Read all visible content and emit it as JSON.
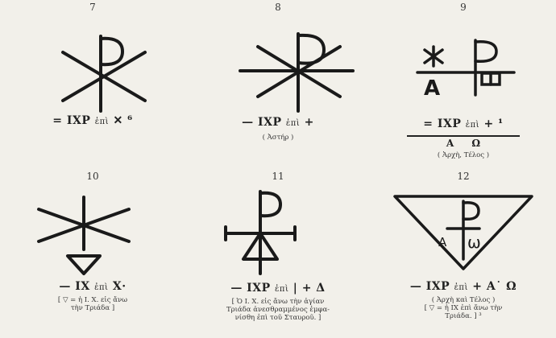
{
  "figures": [
    {
      "number": "7",
      "caption_main": "= IXP",
      "caption_small": "ἐπὶ",
      "caption_tail": "✕ ⁶",
      "notes": []
    },
    {
      "number": "8",
      "caption_main": "— IXP",
      "caption_small": "ἐπὶ",
      "caption_tail": "+",
      "notes": [
        "( Ἀστήρ )"
      ]
    },
    {
      "number": "9",
      "caption_main": "= IXP",
      "caption_small": "ἐπὶ",
      "caption_tail": "+ ¹",
      "alpha_omega": "A  Ω",
      "notes": [
        "( Ἀρχὴ, Τέλος )"
      ],
      "symbol_letters": [
        "A"
      ]
    },
    {
      "number": "10",
      "caption_main": "— IX",
      "caption_small": "ἐπὶ",
      "caption_tail": "X·",
      "notes": [
        "[ ▽ = ἡ Ι. X. εἰς ἄνω",
        "τὴν Τριάδα ]"
      ]
    },
    {
      "number": "11",
      "caption_main": "— IXP",
      "caption_small": "ἐπὶ",
      "caption_tail": "| + Δ",
      "notes": [
        "[ Ὁ Ι. X. εἰς ἄνω τὴν ἁγίαν",
        "Τριάδα ἀνεσθραμμένος ἐμφα-",
        "νίσθη ἐπὶ τοῦ Σταυροῦ. ]"
      ]
    },
    {
      "number": "12",
      "caption_main": "— IXP",
      "caption_small": "ἐπὶ",
      "caption_tail": "+ A˙ Ω",
      "notes": [
        "( Ἀρχὴ καὶ Τέλος )",
        "[ ▽ = ἡ IX ἐπὶ ἄνω τὴν",
        "Τριάδα. ] ³"
      ],
      "symbol_letters": [
        "A",
        "ω"
      ]
    }
  ]
}
